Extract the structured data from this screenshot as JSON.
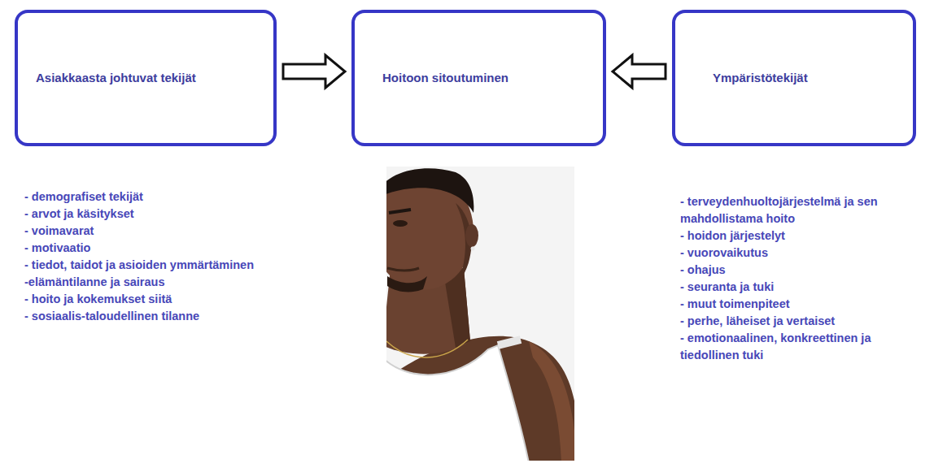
{
  "diagram": {
    "nodes": [
      {
        "text": [
          "Asiakkaasta johtuvat tekijät"
        ]
      },
      {
        "text": [
          "Hoitoon sitoutuminen"
        ]
      },
      {
        "text": [
          "Ympäristötekijät"
        ]
      }
    ],
    "edges": [
      {
        "from": 0,
        "to": 1,
        "arrow": "to"
      },
      {
        "from": 2,
        "to": 1,
        "arrow": "to"
      }
    ],
    "labels": [
      "- demografiset tekijät",
      "- arvot ja käsitykset",
      "- voimavarat",
      "- motivaatio",
      "- tiedot, taidot ja asioiden ymmärtäminen",
      "-elämäntilanne ja sairaus",
      "- hoito ja kokemukset siitä",
      "- sosiaalis-taloudellinen tilanne",
      "- terveydenhuoltojärjestelmä ja sen mahdollistama hoito",
      "- hoidon järjestelyt",
      "- vuorovaikutus",
      "- ohajus",
      "- seuranta ja tuki",
      "- muut toimenpiteet",
      "- perhe, läheiset ja vertaiset",
      "- emotionaalinen, konkreettinen ja tiedollinen tuki"
    ]
  }
}
